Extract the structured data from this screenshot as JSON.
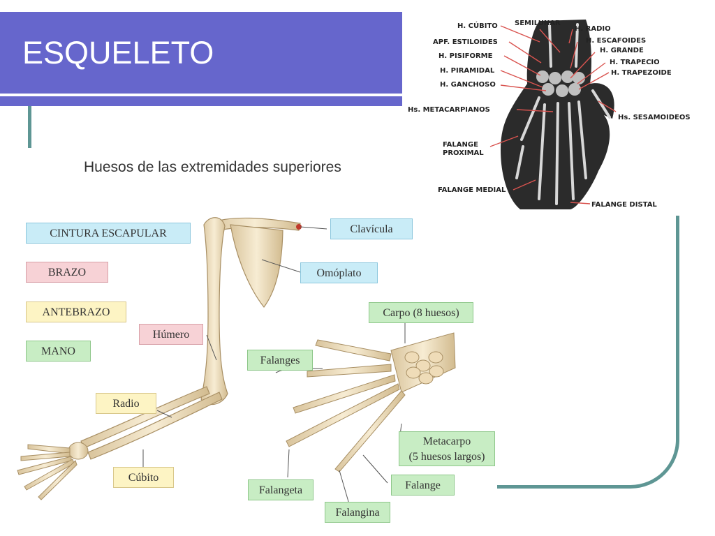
{
  "slide": {
    "title": "ESQUELETO"
  },
  "colors": {
    "title_bar": "#6666cc",
    "frame_line": "#5e9694",
    "label_blue": "#c9ecf7",
    "label_pink": "#f7d2d6",
    "label_yellow": "#fdf4c4",
    "label_green": "#c8edc4",
    "leader_red": "#d9534f"
  },
  "arm_figure": {
    "caption": "Huesos de las extremidades superiores",
    "legend": {
      "cintura": "CINTURA ESCAPULAR",
      "brazo": "BRAZO",
      "antebrazo": "ANTEBRAZO",
      "mano": "MANO"
    },
    "labels": {
      "clavicula": "Clavícula",
      "omoplato": "Omóplato",
      "humero": "Húmero",
      "radio": "Radio",
      "cubito": "Cúbito",
      "carpo": "Carpo (8 huesos)",
      "falanges": "Falanges",
      "metacarpo_1": "Metacarpo",
      "metacarpo_2": "(5 huesos largos)",
      "falange": "Falange",
      "falangeta": "Falangeta",
      "falangina": "Falangina"
    }
  },
  "hand_figure": {
    "labels": {
      "cubito": "H. CÚBITO",
      "semilunar": "SEMILUNAR",
      "radio": "H. RADIO",
      "estiloides": "APF. ESTILOIDES",
      "escafoides": "H. ESCAFOIDES",
      "pisiforme": "H. PISIFORME",
      "grande": "H. GRANDE",
      "trapecio": "H. TRAPECIO",
      "piramidal": "H. PIRAMIDAL",
      "trapezoide": "H. TRAPEZOIDE",
      "ganchoso": "H. GANCHOSO",
      "metacarpianos": "Hs. METACARPIANOS",
      "sesamoideos": "Hs. SESAMOIDEOS",
      "proximal_1": "FALANGE",
      "proximal_2": "PROXIMAL",
      "medial": "FALANGE MEDIAL",
      "distal": "FALANGE DISTAL"
    }
  }
}
